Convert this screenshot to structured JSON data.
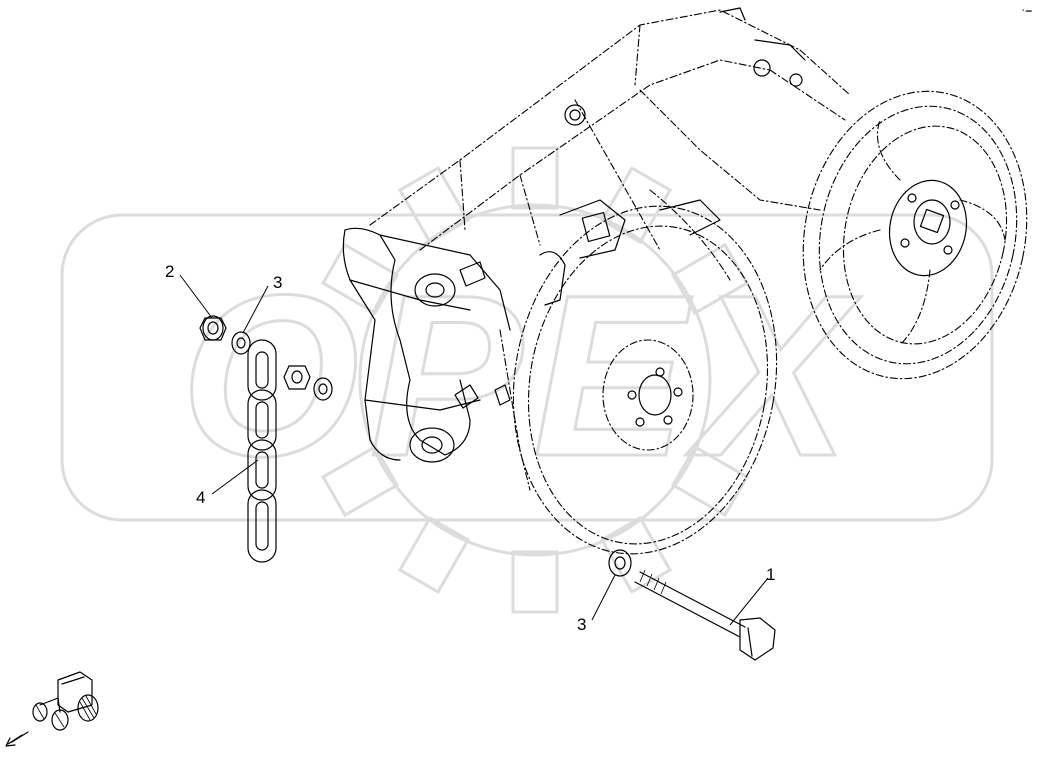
{
  "watermark": {
    "text": "OPEX",
    "color": "#dcdcdc"
  },
  "callouts": {
    "c1": "1",
    "c2": "2",
    "c3_top": "3",
    "c3_bottom": "3",
    "c4": "4"
  },
  "corner_mark": "▪ ▬",
  "direction_icon": "tractor-direction-icon",
  "colors": {
    "line": "#000000",
    "watermark": "#dcdcdc",
    "background": "#ffffff"
  }
}
